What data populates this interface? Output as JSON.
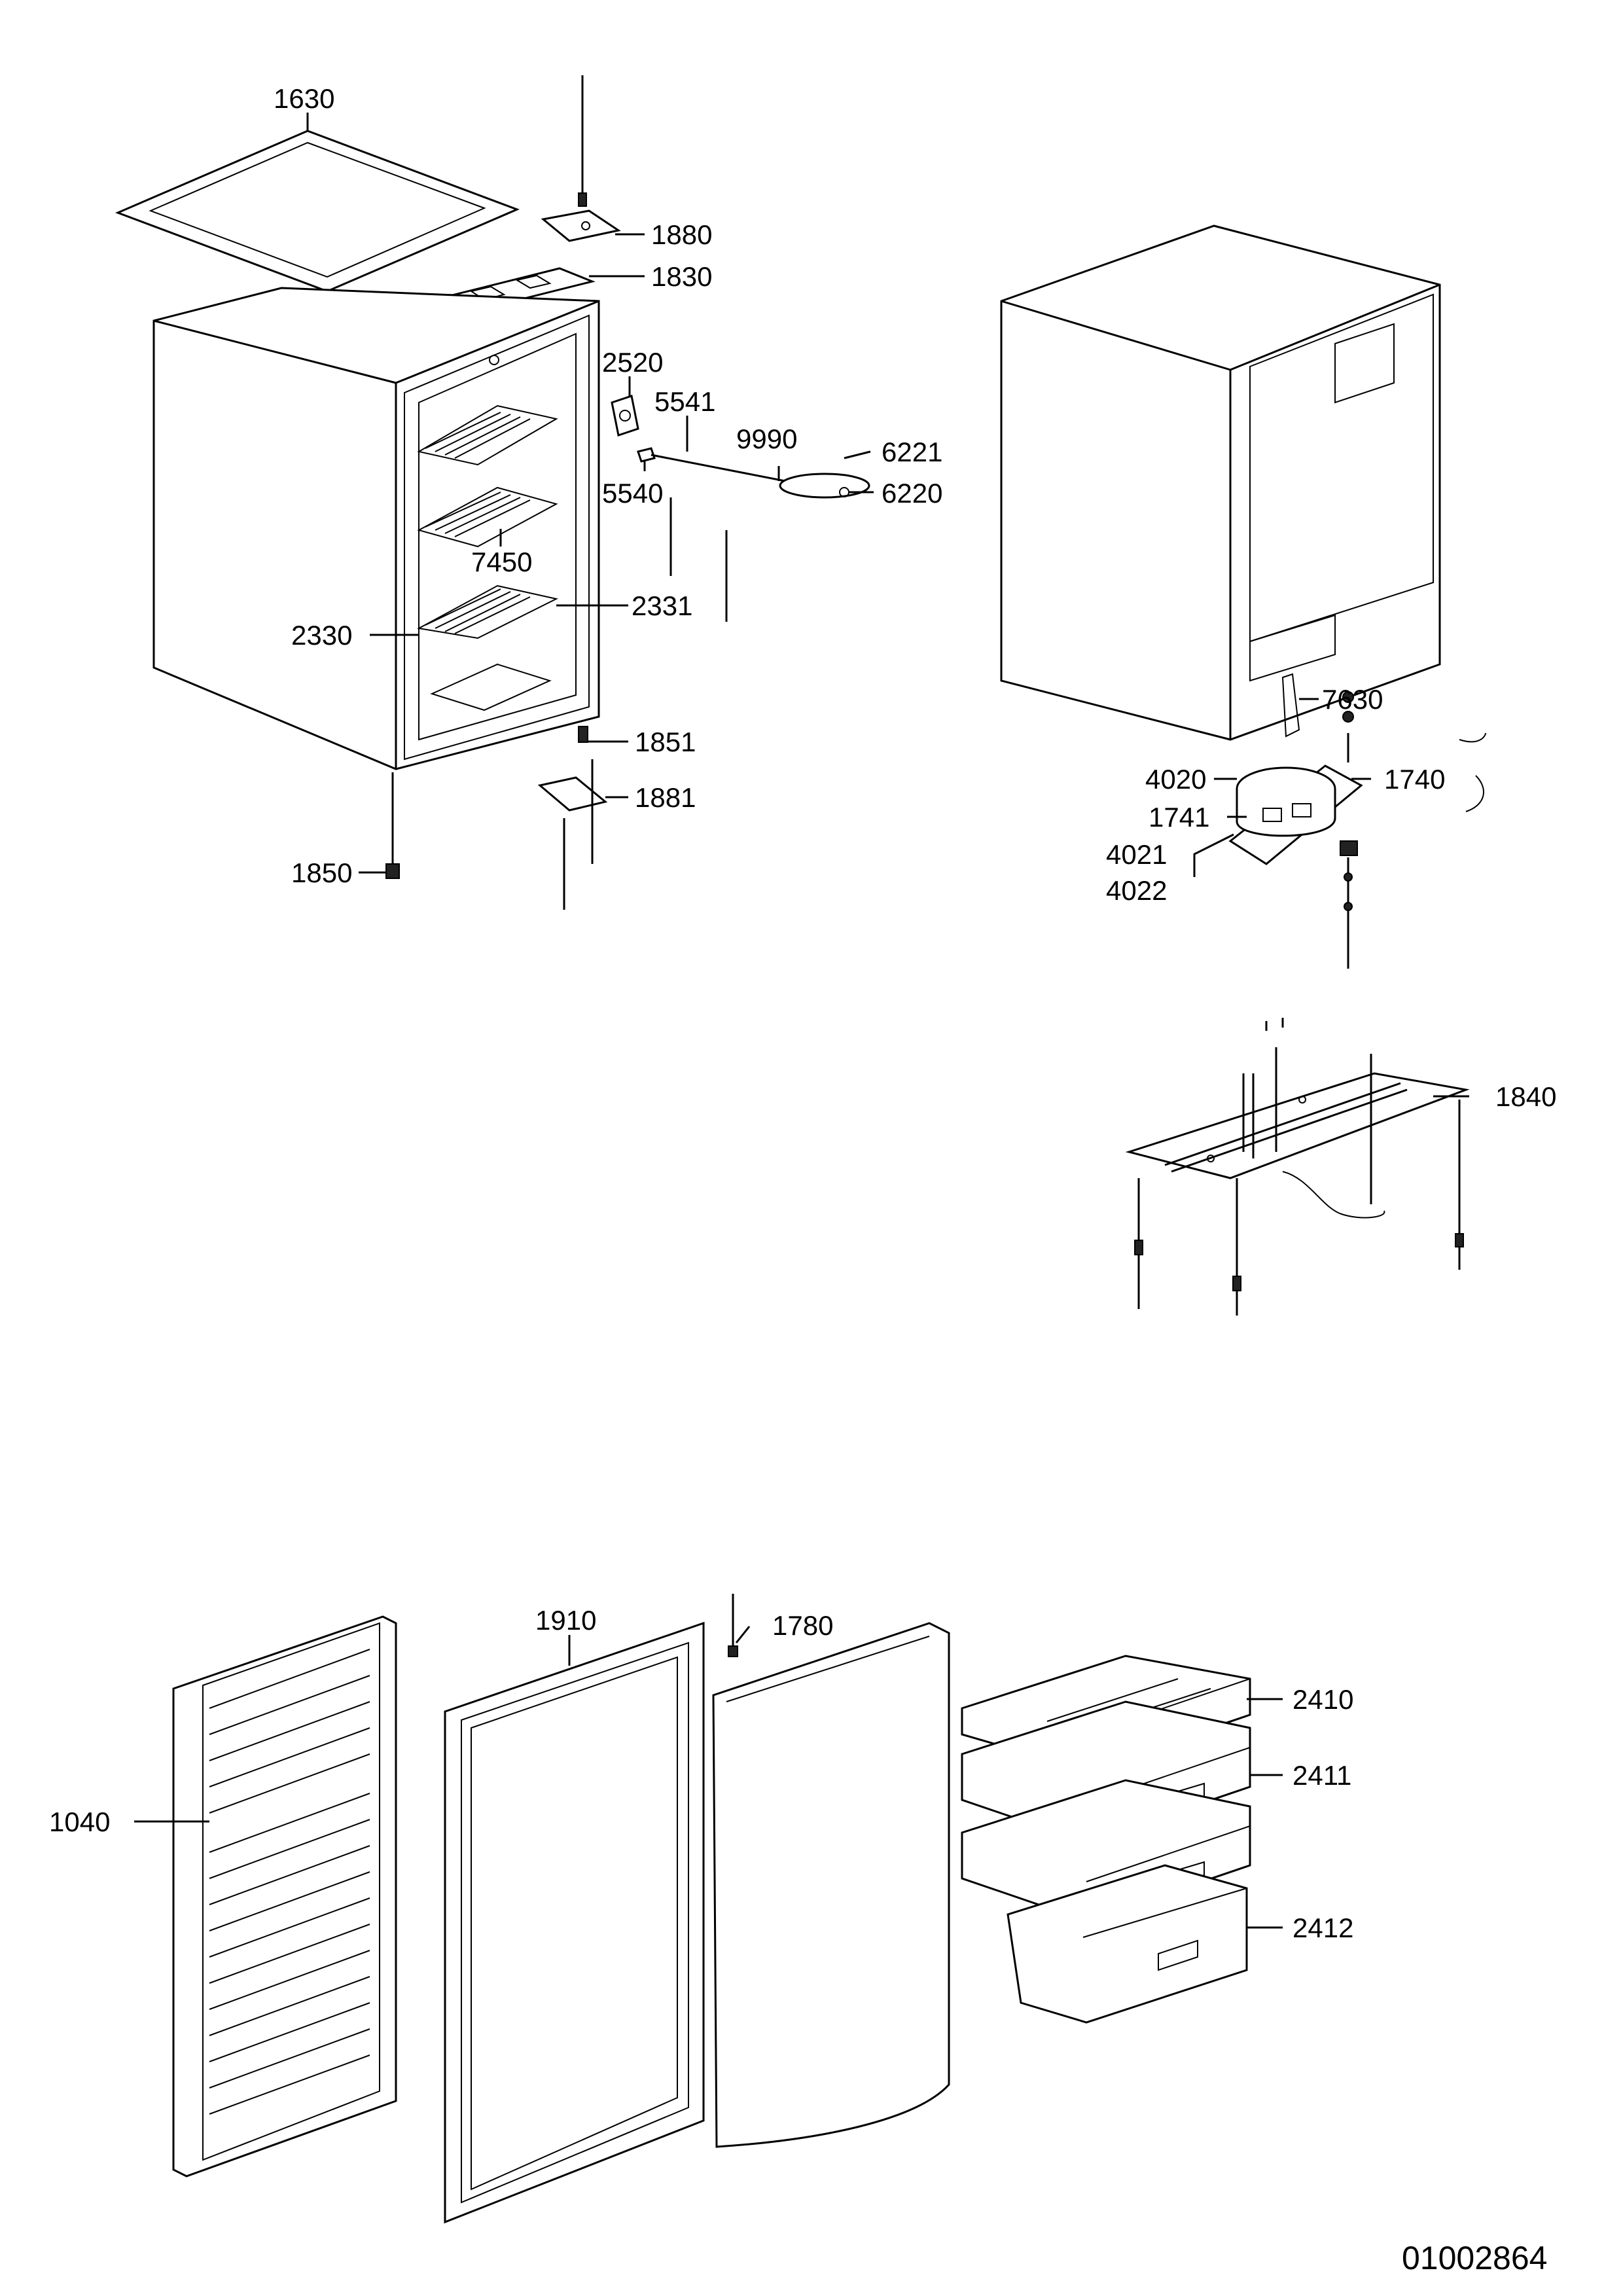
{
  "labels": {
    "l1630": "1630",
    "l1880": "1880",
    "l1830": "1830",
    "l2520": "2520",
    "l5541": "5541",
    "l9990": "9990",
    "l6221": "6221",
    "l6220": "6220",
    "l5540": "5540",
    "l7450": "7450",
    "l2331": "2331",
    "l2330": "2330",
    "l1851": "1851",
    "l1881": "1881",
    "l1850": "1850",
    "l7630": "7630",
    "l4020": "4020",
    "l1740": "1740",
    "l1741": "1741",
    "l4021": "4021",
    "l4022": "4022",
    "l1840": "1840",
    "l1910": "1910",
    "l1780": "1780",
    "l2410": "2410",
    "l2411": "2411",
    "l1040": "1040",
    "l2412": "2412"
  },
  "document_number": "01002864"
}
